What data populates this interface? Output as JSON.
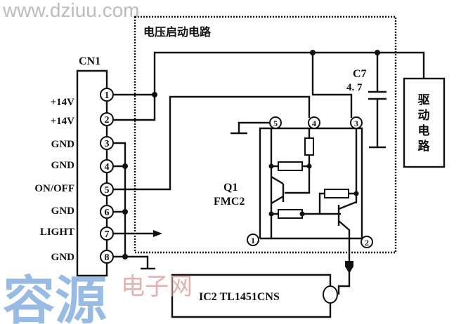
{
  "title": "电压启动电路",
  "connector": {
    "name": "CN1",
    "pins": [
      {
        "num": "1",
        "label": "+14V"
      },
      {
        "num": "2",
        "label": "+14V"
      },
      {
        "num": "3",
        "label": "GND"
      },
      {
        "num": "4",
        "label": "GND"
      },
      {
        "num": "5",
        "label": "ON/OFF"
      },
      {
        "num": "6",
        "label": "GND"
      },
      {
        "num": "7",
        "label": "LIGHT"
      },
      {
        "num": "8",
        "label": "GND"
      }
    ]
  },
  "capacitor": {
    "name": "C7",
    "value": "4. 7"
  },
  "drive_block": {
    "label_chars": [
      "驱",
      "动",
      "电",
      "路"
    ]
  },
  "transistor": {
    "name": "Q1",
    "part": "FMC2",
    "pins": [
      "5",
      "4",
      "3",
      "1",
      "2"
    ]
  },
  "ic": {
    "label": "IC2  TL1451CNS"
  },
  "watermark": {
    "main": "容源",
    "sub": "电子网",
    "url": "www.dziuu.com"
  },
  "colors": {
    "watermark_blue": "#8fb4e0",
    "watermark_pink": "#e2a9a9",
    "watermark_gray": "#b5b5b5"
  }
}
